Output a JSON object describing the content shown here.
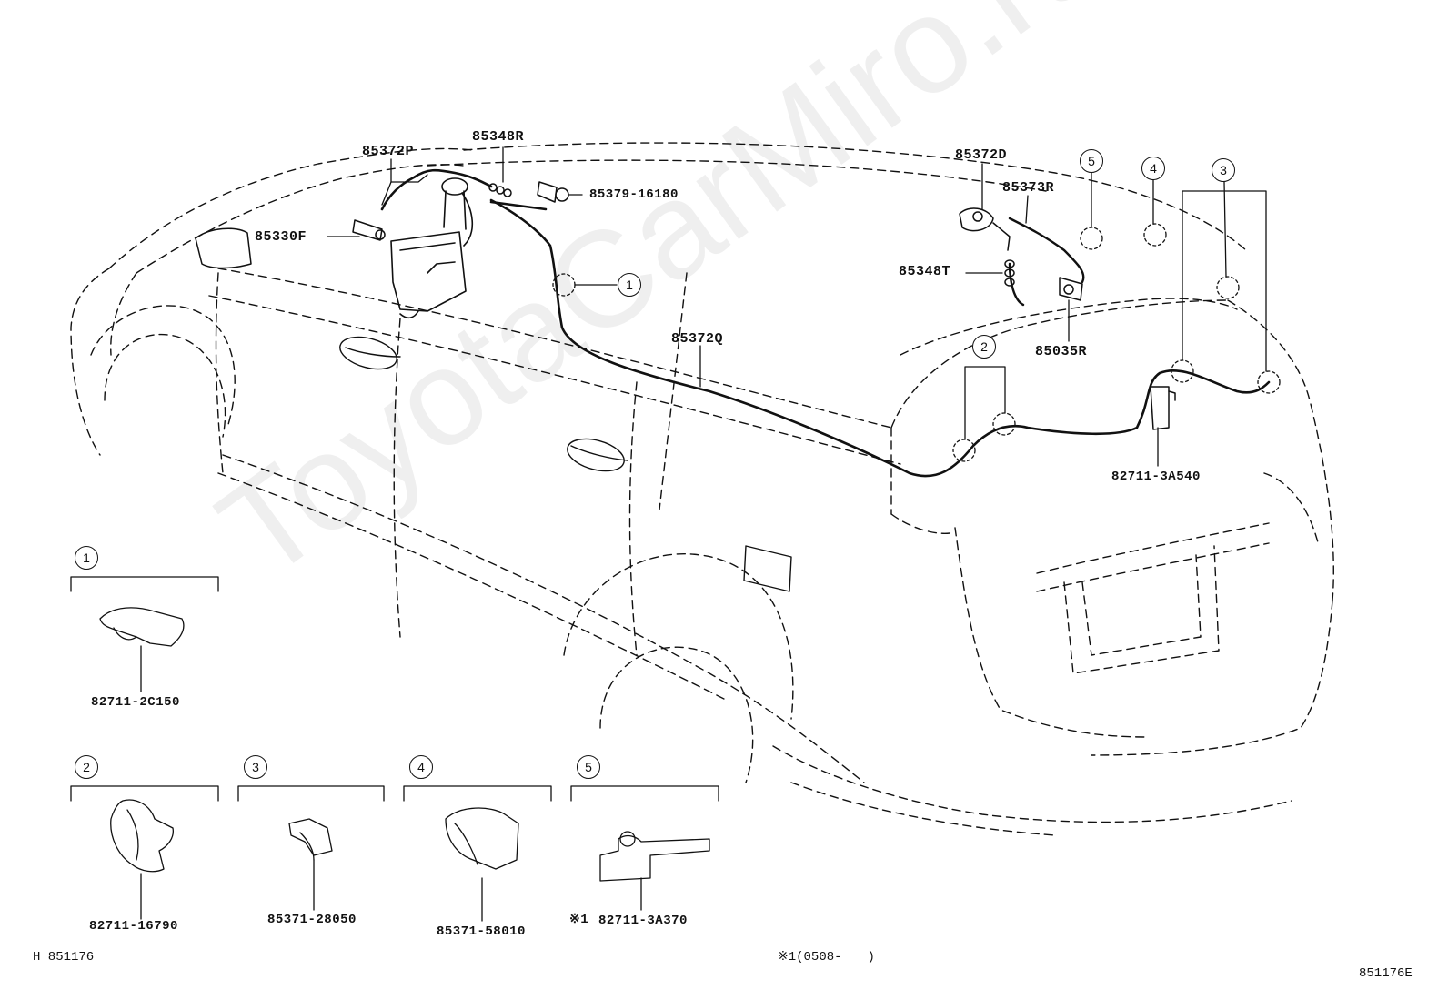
{
  "diagram": {
    "code_left": "H 851176",
    "code_right": "851176E",
    "footnote": "※1(0508-　　)",
    "watermark": "ToyotaCarMiro.ru",
    "parts": {
      "p85372P": "85372P",
      "p85348R": "85348R",
      "p85379": "85379-16180",
      "p85330F": "85330F",
      "p85372Q": "85372Q",
      "p85372D": "85372D",
      "p85373R": "85373R",
      "p85348T": "85348T",
      "p85035R": "85035R",
      "p827113A540": "82711-3A540"
    },
    "callouts": {
      "c1": "1",
      "c2": "2",
      "c3": "3",
      "c4": "4",
      "c5": "5"
    },
    "details": [
      {
        "key": "1",
        "part": "82711-2C150"
      },
      {
        "key": "2",
        "part": "82711-16790"
      },
      {
        "key": "3",
        "part": "85371-28050"
      },
      {
        "key": "4",
        "part": "85371-58010"
      },
      {
        "key": "5",
        "part": "82711-3A370",
        "note": "※1"
      }
    ]
  }
}
